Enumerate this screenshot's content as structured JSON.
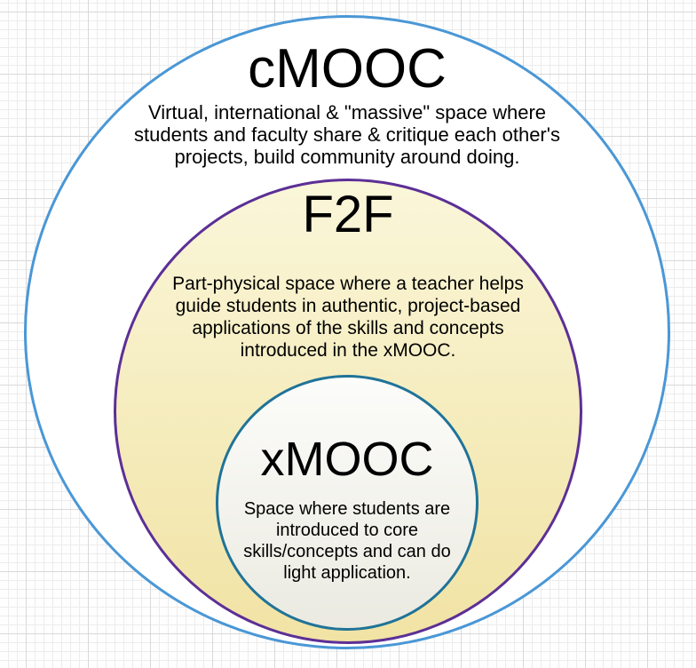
{
  "diagram": {
    "background": {
      "style": "graph-paper",
      "paper_color": "#fefefe",
      "minor_grid_color": "#ececec",
      "major_grid_color": "#d9d9d9"
    },
    "text_color": "#000000",
    "circles": [
      {
        "id": "cmooc",
        "title": "cMOOC",
        "description": "Virtual, international & \"massive\" space where students and faculty share & critique each other's projects, build community around doing.",
        "description_lines": [
          "Virtual, international & \"massive\" space where",
          "students and faculty share & critique each other's",
          "projects, build community around doing."
        ],
        "stroke_color": "#4a97d6",
        "fill_color": "#ffffff"
      },
      {
        "id": "f2f",
        "title": "F2F",
        "description": "Part-physical space where a teacher helps guide students in authentic, project-based applications of the skills and concepts introduced in the xMOOC.",
        "description_lines": [
          "Part-physical space where a teacher helps",
          "guide students in authentic, project-based",
          "applications of the skills and concepts",
          "introduced in the xMOOC."
        ],
        "stroke_color": "#5c2f96",
        "fill_top": "#faf6d9",
        "fill_bottom": "#f1e3a4"
      },
      {
        "id": "xmooc",
        "title": "xMOOC",
        "description": "Space where students are introduced to core skills/concepts and can do light application.",
        "description_lines": [
          "Space where students are",
          "introduced to core",
          "skills/concepts and can do",
          "light application."
        ],
        "stroke_color": "#1f7398",
        "fill_top": "#fcfcfa",
        "fill_bottom": "#ebeae1"
      }
    ]
  }
}
